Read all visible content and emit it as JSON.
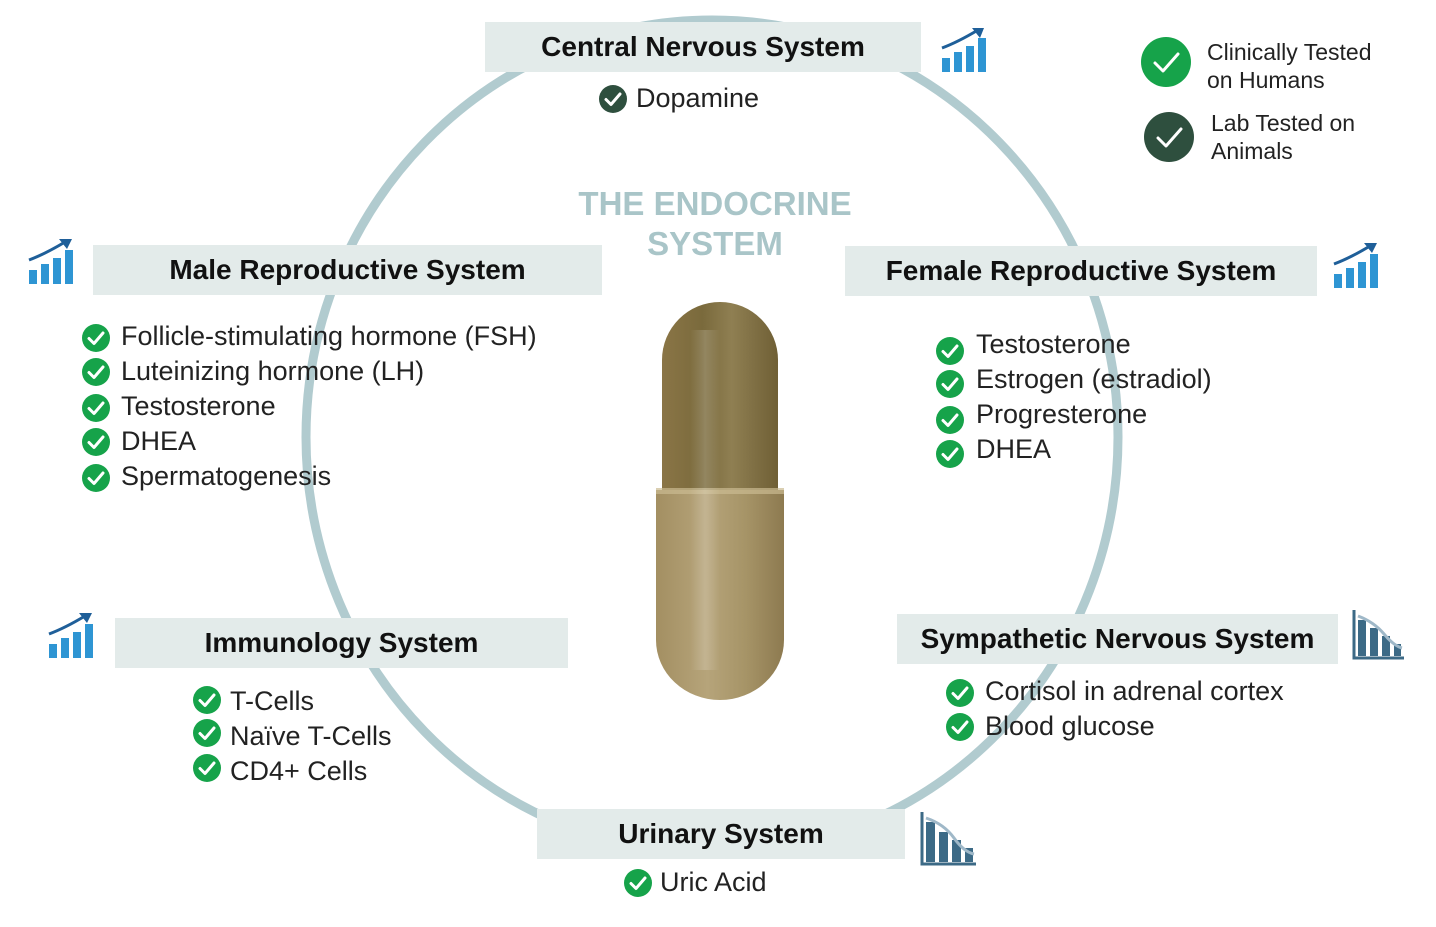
{
  "center_title": [
    "THE ENDOCRINE",
    "SYSTEM"
  ],
  "colors": {
    "ring": "#b1cbcf",
    "box_bg": "#e3ebea",
    "check_light": "#16a34a",
    "check_dark": "#2e4f3e",
    "up_icon": "#2e95d3",
    "down_icon": "#3c6a86",
    "center_title": "#a9c5c8"
  },
  "legend": [
    {
      "label_lines": [
        "Clinically Tested",
        "on Humans"
      ],
      "check": "light"
    },
    {
      "label_lines": [
        "Lab Tested on",
        "Animals"
      ],
      "check": "dark"
    }
  ],
  "systems": {
    "cns": {
      "title": "Central Nervous System",
      "trend": "up",
      "items": [
        {
          "label": "Dopamine",
          "check": "dark"
        }
      ]
    },
    "male": {
      "title": "Male Reproductive System",
      "trend": "up",
      "items": [
        {
          "label": "Follicle-stimulating hormone (FSH)",
          "check": "light"
        },
        {
          "label": "Luteinizing hormone (LH)",
          "check": "light"
        },
        {
          "label": "Testosterone",
          "check": "light"
        },
        {
          "label": "DHEA",
          "check": "light"
        },
        {
          "label": "Spermatogenesis",
          "check": "light"
        }
      ]
    },
    "female": {
      "title": "Female Reproductive System",
      "trend": "up",
      "items": [
        {
          "label": "Testosterone",
          "check": "light"
        },
        {
          "label": "Estrogen (estradiol)",
          "check": "light"
        },
        {
          "label": "Progresterone",
          "check": "light"
        },
        {
          "label": "DHEA",
          "check": "light"
        }
      ]
    },
    "immuno": {
      "title": "Immunology System",
      "trend": "up",
      "items": [
        {
          "label": "T-Cells",
          "check": "light"
        },
        {
          "label": "Naïve T-Cells",
          "check": "light"
        },
        {
          "label": "CD4+ Cells",
          "check": "light"
        }
      ]
    },
    "sympathetic": {
      "title": "Sympathetic Nervous System",
      "trend": "down",
      "items": [
        {
          "label": "Cortisol in adrenal cortex",
          "check": "light"
        },
        {
          "label": "Blood glucose",
          "check": "light"
        }
      ]
    },
    "urinary": {
      "title": "Urinary System",
      "trend": "down",
      "items": [
        {
          "label": "Uric Acid",
          "check": "light"
        }
      ]
    }
  }
}
